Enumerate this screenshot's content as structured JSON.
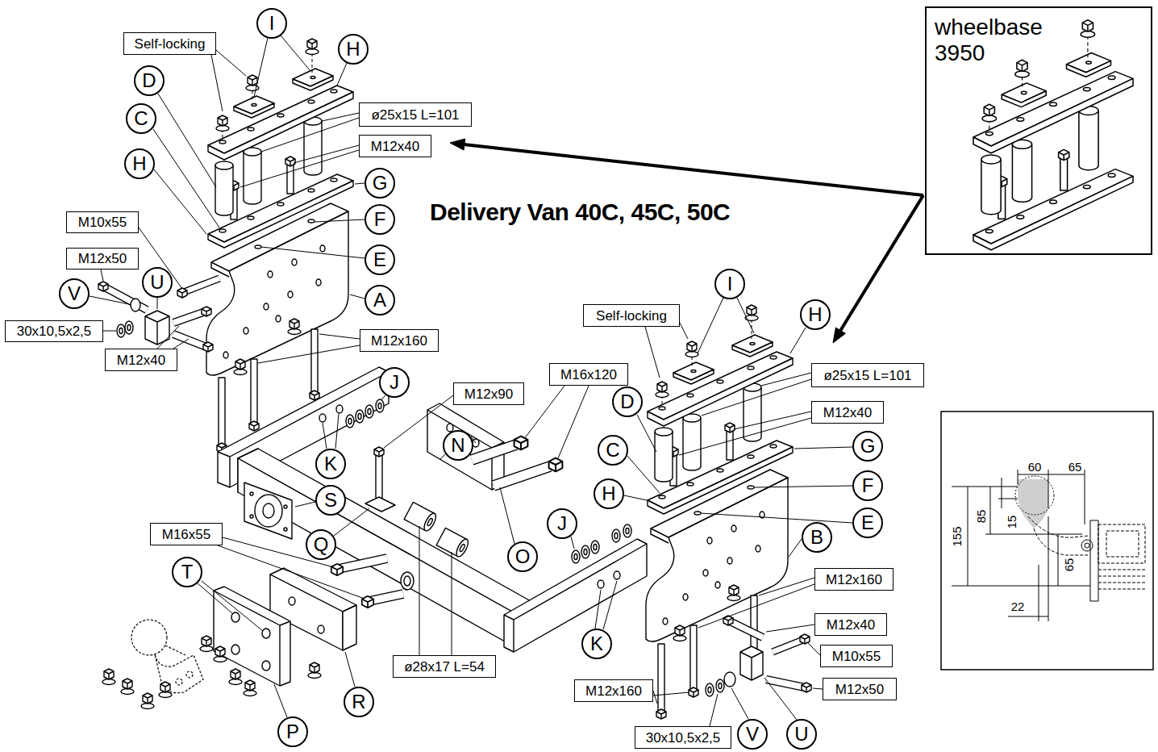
{
  "diagram": {
    "title": "Delivery Van 40C, 45C, 50C",
    "nodes": [
      {
        "text": [
          "I"
        ]
      },
      {
        "text": [
          "Self-locking"
        ]
      },
      {
        "text": [
          "H"
        ]
      },
      {
        "text": [
          "D"
        ]
      },
      {
        "text": [
          "ø25x15 L=101"
        ]
      },
      {
        "text": [
          "C"
        ]
      },
      {
        "text": [
          "M12x40"
        ]
      },
      {
        "text": [
          "H"
        ]
      },
      {
        "text": [
          "G"
        ]
      },
      {
        "text": [
          "M10x55"
        ]
      },
      {
        "text": [
          "F"
        ]
      },
      {
        "text": [
          "M12x50"
        ]
      },
      {
        "text": [
          "E"
        ]
      },
      {
        "text": [
          "U"
        ]
      },
      {
        "text": [
          "V"
        ]
      },
      {
        "text": [
          "A"
        ]
      },
      {
        "text": [
          "30x10,5x2,5"
        ]
      },
      {
        "text": [
          "M12x160"
        ]
      },
      {
        "text": [
          "M12x40"
        ]
      },
      {
        "text": [
          "M16x120"
        ]
      },
      {
        "text": [
          "J"
        ]
      },
      {
        "text": [
          "M12x90"
        ]
      },
      {
        "text": [
          "N"
        ]
      },
      {
        "text": [
          "K"
        ]
      },
      {
        "text": [
          "S"
        ]
      },
      {
        "text": [
          "M16x55"
        ]
      },
      {
        "text": [
          "Q"
        ]
      },
      {
        "text": [
          "O"
        ]
      },
      {
        "text": [
          "T"
        ]
      },
      {
        "text": [
          "ø28x17 L=54"
        ]
      },
      {
        "text": [
          "R"
        ]
      },
      {
        "text": [
          "P"
        ]
      },
      {
        "text": [
          "wheelbase 3950"
        ]
      },
      {
        "text": [
          "I"
        ]
      },
      {
        "text": [
          "Self-locking"
        ]
      },
      {
        "text": [
          "H"
        ]
      },
      {
        "text": [
          "ø25x15 L=101"
        ]
      },
      {
        "text": [
          "M12x40"
        ]
      },
      {
        "text": [
          "D"
        ]
      },
      {
        "text": [
          "C"
        ]
      },
      {
        "text": [
          "G"
        ]
      },
      {
        "text": [
          "F"
        ]
      },
      {
        "text": [
          "H"
        ]
      },
      {
        "text": [
          "E"
        ]
      },
      {
        "text": [
          "J"
        ]
      },
      {
        "text": [
          "B"
        ]
      },
      {
        "text": [
          "M12x160"
        ]
      },
      {
        "text": [
          "M12x40"
        ]
      },
      {
        "text": [
          "K"
        ]
      },
      {
        "text": [
          "M10x55"
        ]
      },
      {
        "text": [
          "M12x160"
        ]
      },
      {
        "text": [
          "M12x50"
        ]
      },
      {
        "text": [
          "30x10,5x2,5"
        ]
      },
      {
        "text": [
          "V"
        ]
      },
      {
        "text": [
          "U"
        ]
      }
    ],
    "labels": [
      "60",
      "65",
      "85",
      "15",
      "155",
      "65",
      "22"
    ]
  }
}
